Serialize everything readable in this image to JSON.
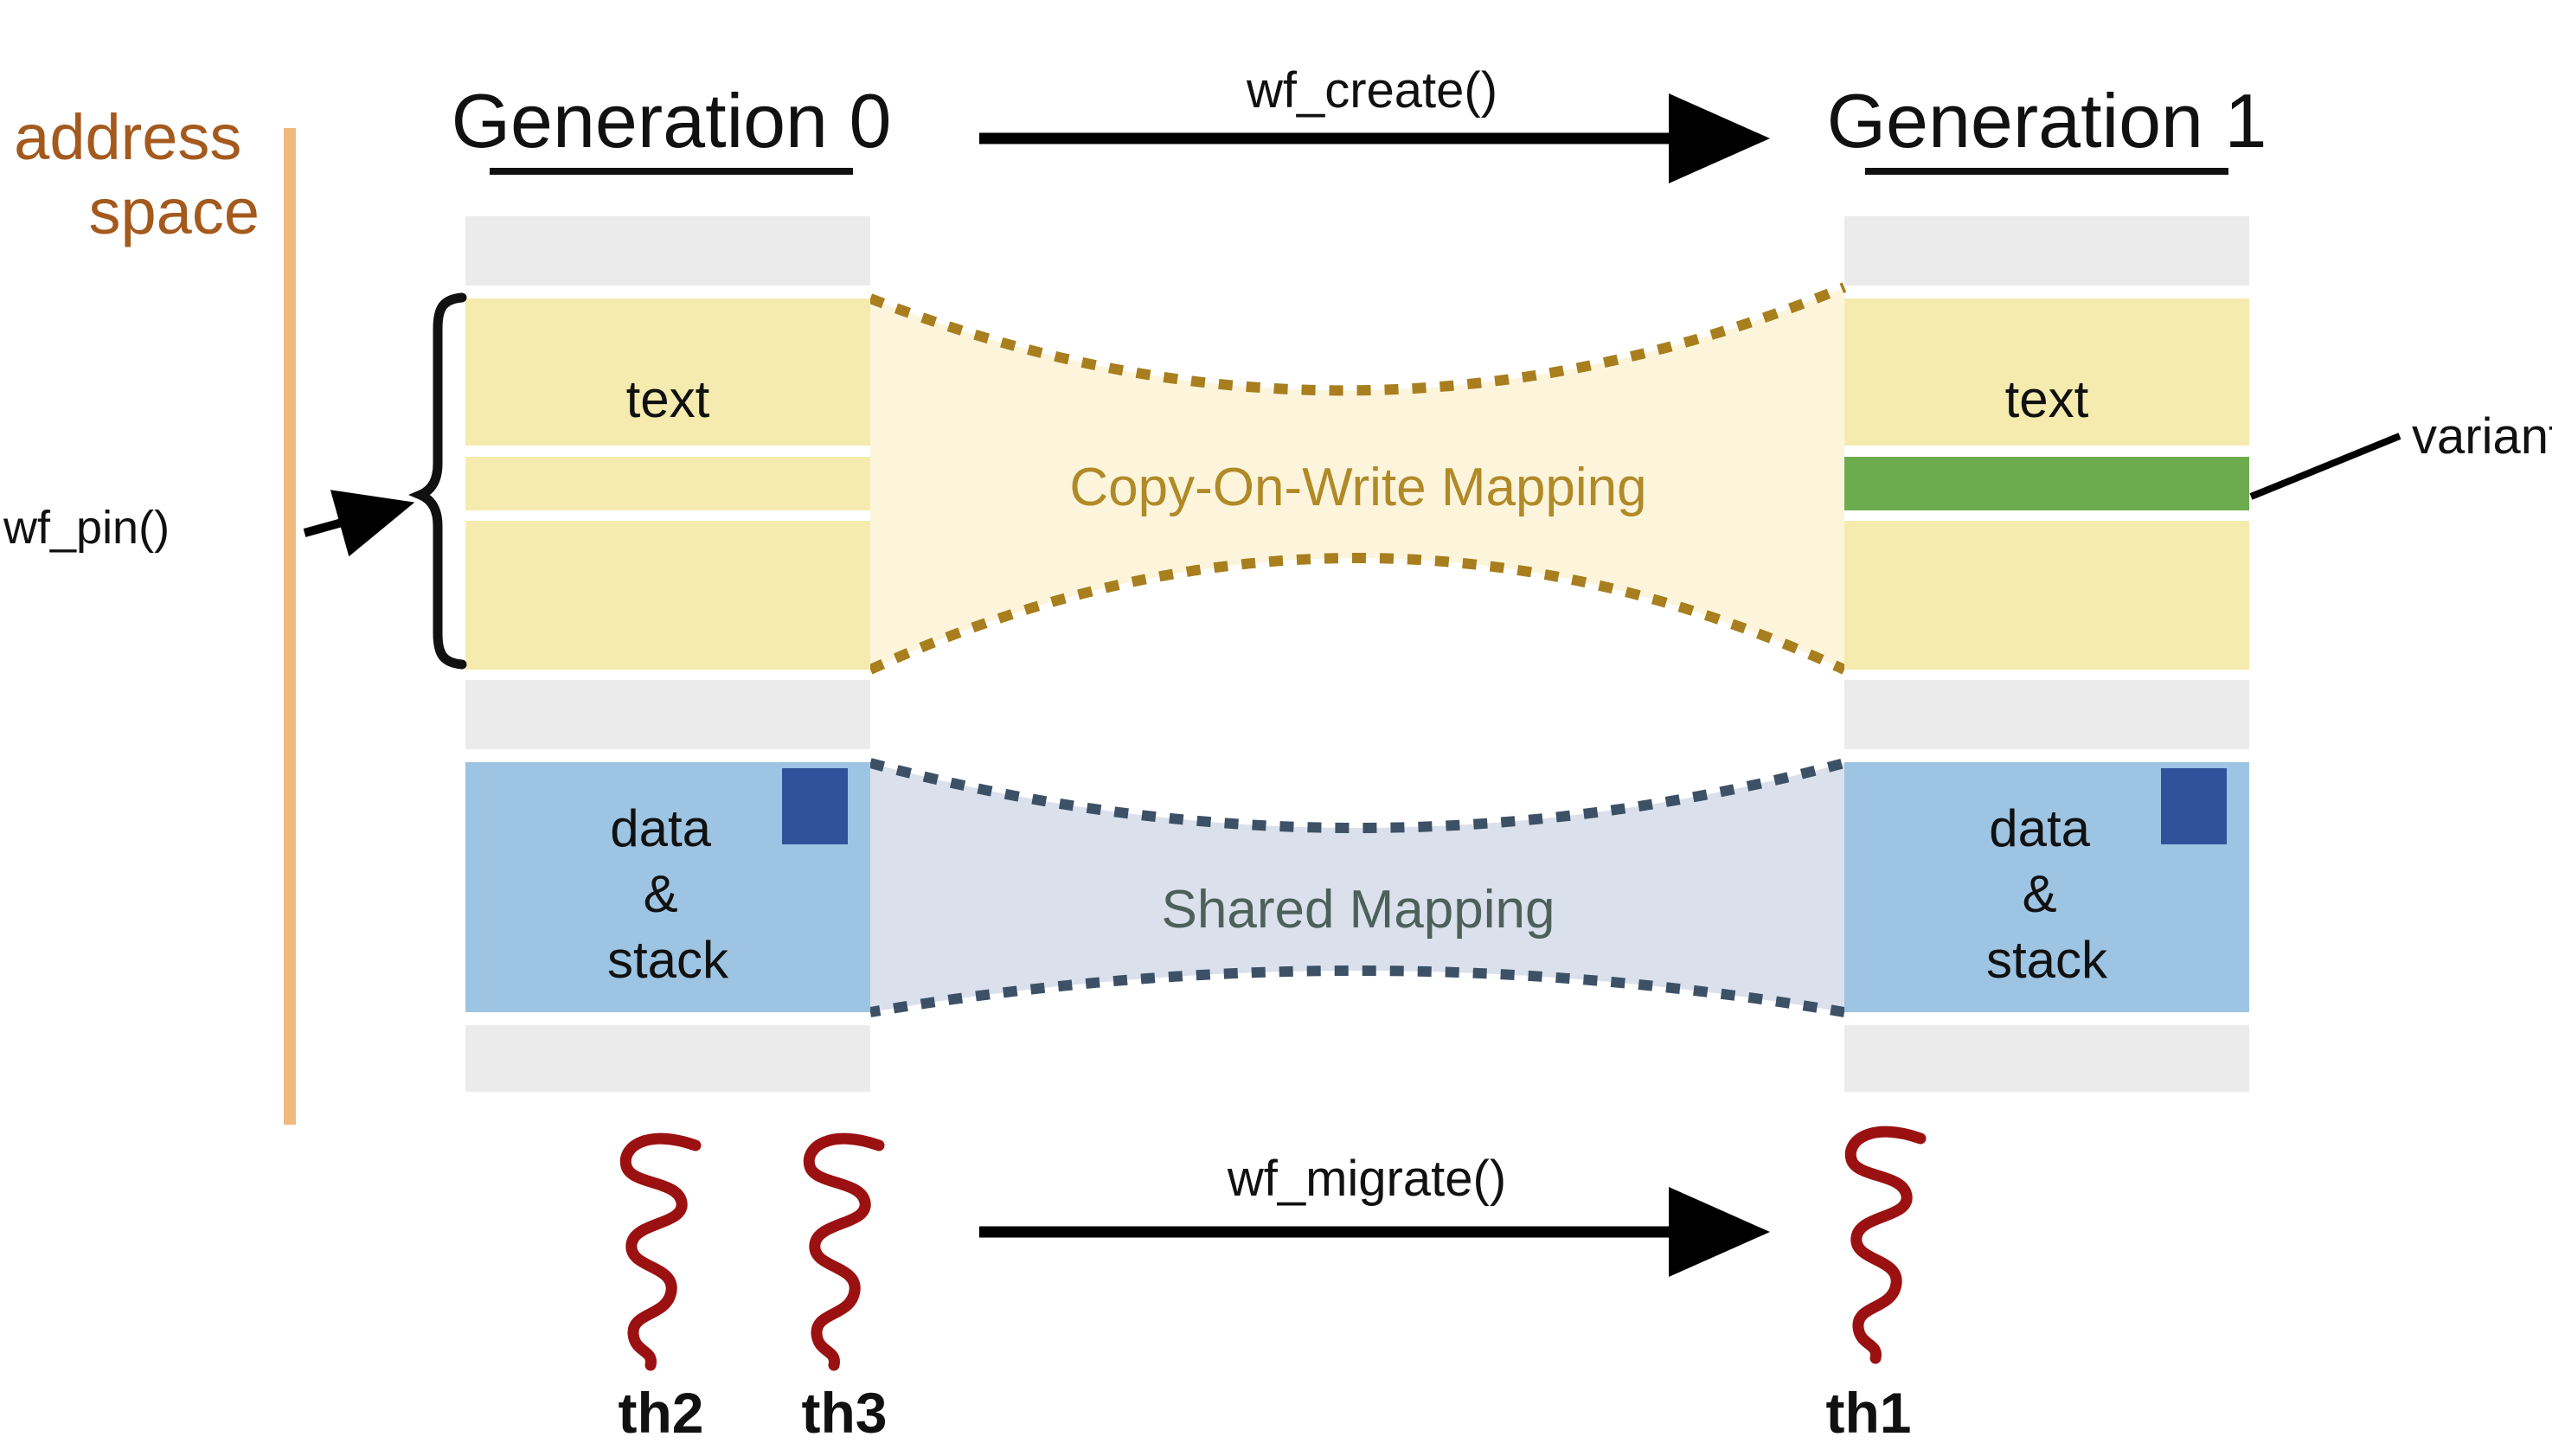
{
  "address_space": {
    "line1": "address",
    "line2": "space"
  },
  "generations": {
    "gen0": "Generation 0",
    "gen1": "Generation 1"
  },
  "operations": {
    "create": "wf_create()",
    "migrate": "wf_migrate()",
    "pin": "wf_pin()"
  },
  "mappings": {
    "cow": "Copy-On-Write Mapping",
    "shared": "Shared Mapping"
  },
  "segments": {
    "text": "text",
    "data_stack": [
      "data",
      "&",
      "stack"
    ],
    "variant": "variant"
  },
  "threads": {
    "th1": "th1",
    "th2": "th2",
    "th3": "th3"
  },
  "colors": {
    "segment_gray": "#EBEBEB",
    "segment_yellow": "#F5EBAE",
    "segment_blue": "#9DC4E2",
    "segment_green": "#6CAC4E",
    "square_darkblue": "#30529B",
    "cow_fill": "#FCF5DC",
    "cow_dash": "#A87E1E",
    "cow_text": "#B18A28",
    "shared_fill": "#DAE0EC",
    "shared_dash": "#3D5166",
    "shared_text": "#4D605A",
    "thread_red": "#9B1111",
    "address_line": "#F0B97E",
    "address_text": "#A4591D",
    "arrow_black": "#000000"
  }
}
